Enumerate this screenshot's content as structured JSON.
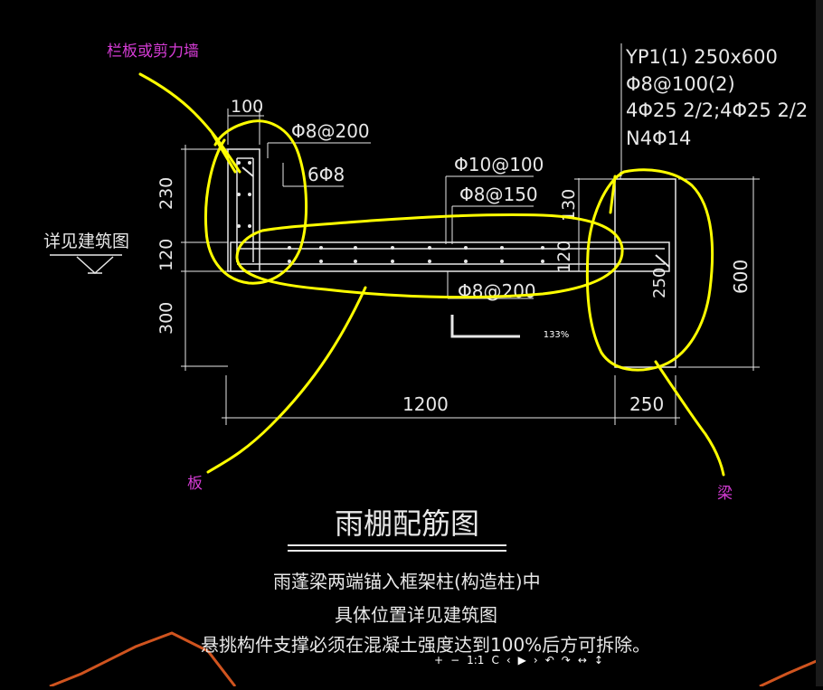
{
  "annotations": {
    "parapet": "栏板或剪力墙",
    "slab": "板",
    "beam": "梁"
  },
  "drawing": {
    "beam_spec": [
      "YP1(1) 250x600",
      "Φ8@100(2)",
      "4Φ25 2/2;4Φ25 2/2",
      "N4Φ14"
    ],
    "parapet_stirrup": "Φ8@200",
    "parapet_bars": "6Φ8",
    "slab_top_1": "Φ10@100",
    "slab_top_2": "Φ8@150",
    "slab_bottom": "Φ8@200",
    "ref_arch": "详见建筑图",
    "dims": {
      "w100": "100",
      "h230": "230",
      "h120": "120",
      "h300": "300",
      "w1200": "1200",
      "w250": "250",
      "h130": "130",
      "h120b": "120",
      "h250": "250",
      "h600": "600"
    },
    "title": "雨棚配筋图",
    "notes": [
      "雨蓬梁两端锚入框架柱(构造柱)中",
      "具体位置详见建筑图",
      "悬挑构件支撑必须在混凝土强度达到100%后方可拆除。"
    ]
  },
  "viewer": {
    "zoom": "133%",
    "controls": [
      "+",
      "−",
      "1:1",
      "C",
      "‹",
      "▶",
      "›",
      "↶",
      "↷",
      "↔",
      "↕"
    ]
  },
  "colors": {
    "annotation_text": "#d63cd6",
    "highlight": "#ffff00",
    "cad": "#e8e8e8",
    "background": "#000000",
    "orange_line": "#d0541f"
  }
}
